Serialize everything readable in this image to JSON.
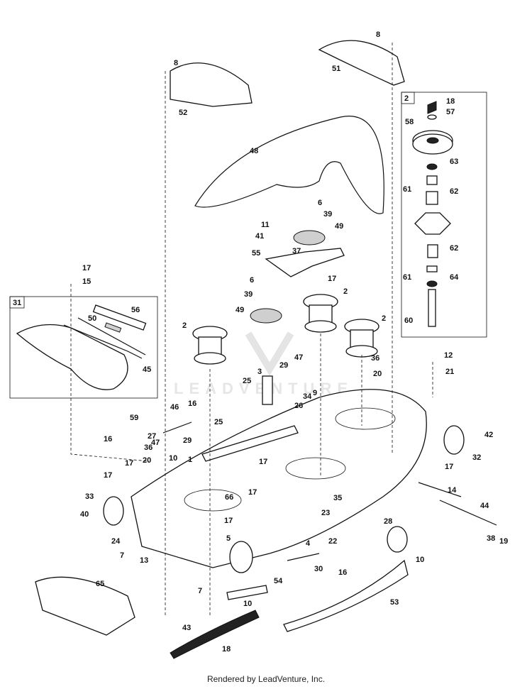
{
  "diagram": {
    "watermark": "LEADVENTURE",
    "footer": "Rendered by LeadVenture, Inc.",
    "box_31_label": "31",
    "box_2_label": "2",
    "callouts": [
      {
        "id": "c8a",
        "text": "8"
      },
      {
        "id": "c8b",
        "text": "8"
      },
      {
        "id": "c51",
        "text": "51"
      },
      {
        "id": "c52",
        "text": "52"
      },
      {
        "id": "c48",
        "text": "48"
      },
      {
        "id": "c6a",
        "text": "6"
      },
      {
        "id": "c39a",
        "text": "39"
      },
      {
        "id": "c11",
        "text": "11"
      },
      {
        "id": "c49a",
        "text": "49"
      },
      {
        "id": "c41",
        "text": "41"
      },
      {
        "id": "c55",
        "text": "55"
      },
      {
        "id": "c37",
        "text": "37"
      },
      {
        "id": "c17a",
        "text": "17"
      },
      {
        "id": "c6b",
        "text": "6"
      },
      {
        "id": "c39b",
        "text": "39"
      },
      {
        "id": "c49b",
        "text": "49"
      },
      {
        "id": "c2a",
        "text": "2"
      },
      {
        "id": "c2b",
        "text": "2"
      },
      {
        "id": "c2c",
        "text": "2"
      },
      {
        "id": "c17b",
        "text": "17"
      },
      {
        "id": "c15",
        "text": "15"
      },
      {
        "id": "c56",
        "text": "56"
      },
      {
        "id": "c50",
        "text": "50"
      },
      {
        "id": "c45",
        "text": "45"
      },
      {
        "id": "c47a",
        "text": "47"
      },
      {
        "id": "c29a",
        "text": "29"
      },
      {
        "id": "c36a",
        "text": "36"
      },
      {
        "id": "c3",
        "text": "3"
      },
      {
        "id": "c25a",
        "text": "25"
      },
      {
        "id": "c9",
        "text": "9"
      },
      {
        "id": "c34",
        "text": "34"
      },
      {
        "id": "c26",
        "text": "26"
      },
      {
        "id": "c20a",
        "text": "20"
      },
      {
        "id": "c12",
        "text": "12"
      },
      {
        "id": "c21",
        "text": "21"
      },
      {
        "id": "c59",
        "text": "59"
      },
      {
        "id": "c46",
        "text": "46"
      },
      {
        "id": "c16a",
        "text": "16"
      },
      {
        "id": "c16b",
        "text": "16"
      },
      {
        "id": "c25b",
        "text": "25"
      },
      {
        "id": "c27",
        "text": "27"
      },
      {
        "id": "c47b",
        "text": "47"
      },
      {
        "id": "c29b",
        "text": "29"
      },
      {
        "id": "c36b",
        "text": "36"
      },
      {
        "id": "c10a",
        "text": "10"
      },
      {
        "id": "c1",
        "text": "1"
      },
      {
        "id": "c20b",
        "text": "20"
      },
      {
        "id": "c17c",
        "text": "17"
      },
      {
        "id": "c17d",
        "text": "17"
      },
      {
        "id": "c17e",
        "text": "17"
      },
      {
        "id": "c17f",
        "text": "17"
      },
      {
        "id": "c66",
        "text": "66"
      },
      {
        "id": "c42",
        "text": "42"
      },
      {
        "id": "c32",
        "text": "32"
      },
      {
        "id": "c17g",
        "text": "17"
      },
      {
        "id": "c14",
        "text": "14"
      },
      {
        "id": "c33",
        "text": "33"
      },
      {
        "id": "c40",
        "text": "40"
      },
      {
        "id": "c35",
        "text": "35"
      },
      {
        "id": "c23",
        "text": "23"
      },
      {
        "id": "c44",
        "text": "44"
      },
      {
        "id": "c17h",
        "text": "17"
      },
      {
        "id": "c28",
        "text": "28"
      },
      {
        "id": "c38",
        "text": "38"
      },
      {
        "id": "c19",
        "text": "19"
      },
      {
        "id": "c24",
        "text": "24"
      },
      {
        "id": "c5",
        "text": "5"
      },
      {
        "id": "c4",
        "text": "4"
      },
      {
        "id": "c22",
        "text": "22"
      },
      {
        "id": "c7a",
        "text": "7"
      },
      {
        "id": "c13",
        "text": "13"
      },
      {
        "id": "c30",
        "text": "30"
      },
      {
        "id": "c16c",
        "text": "16"
      },
      {
        "id": "c10b",
        "text": "10"
      },
      {
        "id": "c65",
        "text": "65"
      },
      {
        "id": "c54",
        "text": "54"
      },
      {
        "id": "c7b",
        "text": "7"
      },
      {
        "id": "c53",
        "text": "53"
      },
      {
        "id": "c10c",
        "text": "10"
      },
      {
        "id": "c43",
        "text": "43"
      },
      {
        "id": "c18a",
        "text": "18"
      },
      {
        "id": "c18b",
        "text": "18"
      },
      {
        "id": "c57",
        "text": "57"
      },
      {
        "id": "c58",
        "text": "58"
      },
      {
        "id": "c63",
        "text": "63"
      },
      {
        "id": "c61a",
        "text": "61"
      },
      {
        "id": "c62a",
        "text": "62"
      },
      {
        "id": "c62b",
        "text": "62"
      },
      {
        "id": "c61b",
        "text": "61"
      },
      {
        "id": "c64",
        "text": "64"
      },
      {
        "id": "c60",
        "text": "60"
      }
    ]
  }
}
